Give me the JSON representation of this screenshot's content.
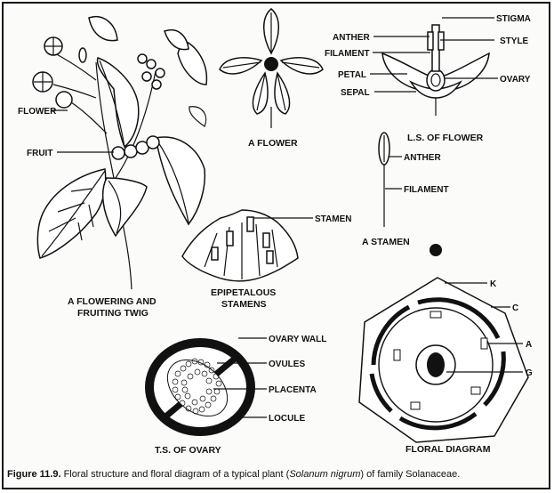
{
  "labels": {
    "twig_flower": "FLOWER",
    "twig_fruit": "FRUIT",
    "twig_caption_1": "A FLOWERING AND",
    "twig_caption_2": "FRUITING TWIG",
    "flower_caption": "A FLOWER",
    "ls_stigma": "STIGMA",
    "ls_anther": "ANTHER",
    "ls_style": "STYLE",
    "ls_filament": "FILAMENT",
    "ls_petal": "PETAL",
    "ls_ovary": "OVARY",
    "ls_sepal": "SEPAL",
    "ls_caption": "L.S. OF FLOWER",
    "stamen_anther": "ANTHER",
    "stamen_filament": "FILAMENT",
    "stamen_caption": "A STAMEN",
    "epi_stamen": "STAMEN",
    "epi_caption_1": "EPIPETALOUS",
    "epi_caption_2": "STAMENS",
    "ts_ovary_wall": "OVARY WALL",
    "ts_ovules": "OVULES",
    "ts_placenta": "PLACENTA",
    "ts_locule": "LOCULE",
    "ts_caption": "T.S. OF OVARY",
    "fd_k": "K",
    "fd_c": "C",
    "fd_a": "A",
    "fd_g": "G",
    "fd_caption": "FLORAL DIAGRAM"
  },
  "caption": {
    "figure": "Figure 11.9.",
    "text_before": " Floral structure and floral diagram of a typical plant (",
    "species": "Solanum nigrum",
    "text_after": ") of family Solanaceae."
  }
}
